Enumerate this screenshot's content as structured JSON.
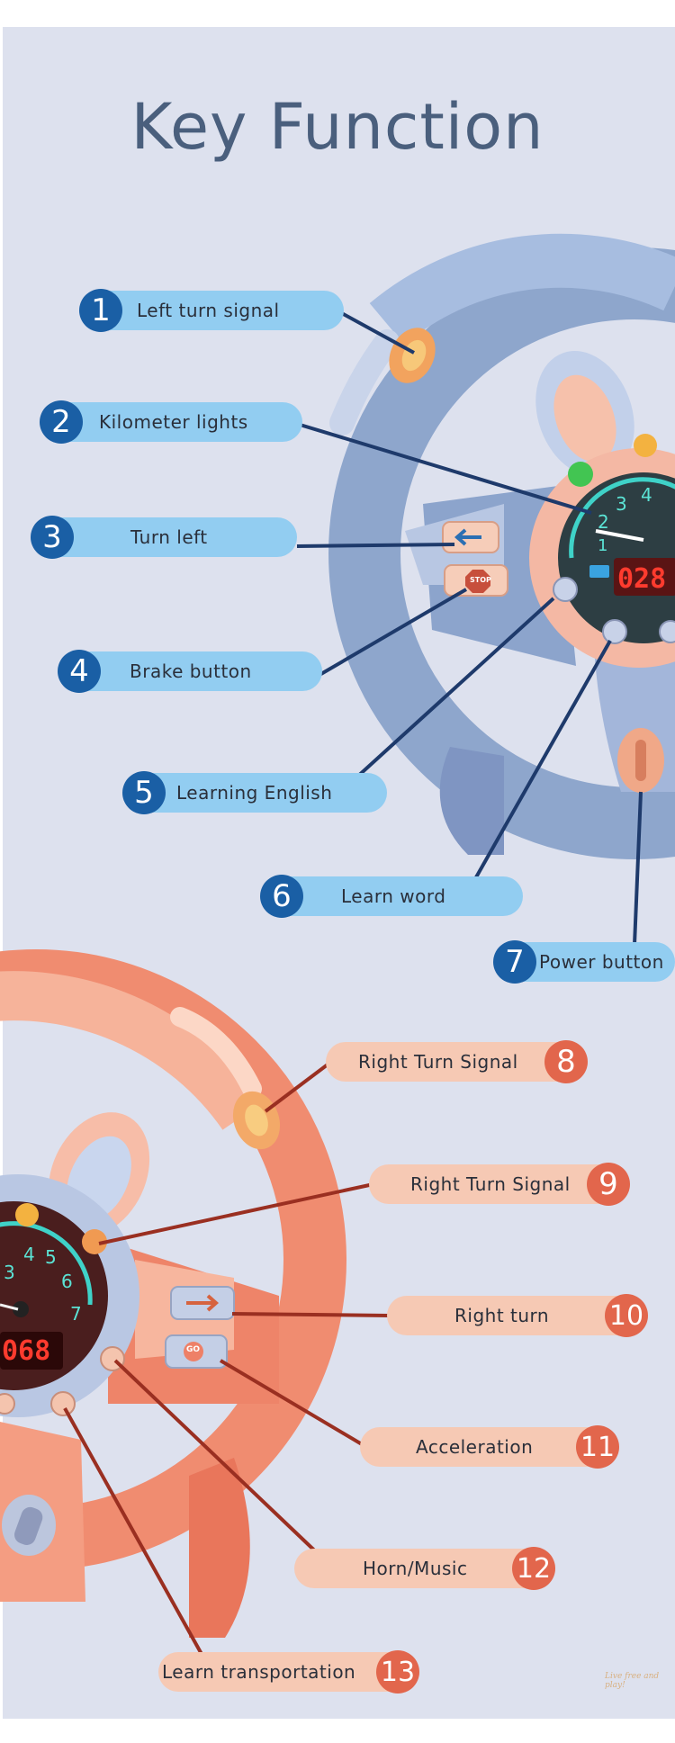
{
  "title": "Key Function",
  "blue_items": [
    {
      "number": "1",
      "label": "Left turn signal"
    },
    {
      "number": "2",
      "label": "Kilometer lights"
    },
    {
      "number": "3",
      "label": "Turn left"
    },
    {
      "number": "4",
      "label": "Brake button"
    },
    {
      "number": "5",
      "label": "Learning English"
    },
    {
      "number": "6",
      "label": "Learn word"
    },
    {
      "number": "7",
      "label": "Power button"
    }
  ],
  "peach_items": [
    {
      "number": "8",
      "label": "Right Turn Signal"
    },
    {
      "number": "9",
      "label": "Right Turn Signal"
    },
    {
      "number": "10",
      "label": "Right turn"
    },
    {
      "number": "11",
      "label": "Acceleration"
    },
    {
      "number": "12",
      "label": "Horn/Music"
    },
    {
      "number": "13",
      "label": "Learn transportation"
    }
  ],
  "blue_wheel": {
    "display": "028",
    "gauge": [
      "1",
      "2",
      "3",
      "4"
    ],
    "stop_label": "STOP"
  },
  "peach_wheel": {
    "display": "068",
    "gauge": [
      "3",
      "4",
      "5",
      "6",
      "7"
    ],
    "go_label": "GO"
  },
  "watermark": "Live free and play!",
  "colors": {
    "blue_pill": "#92cdf1",
    "blue_number": "#1a5fa5",
    "peach_pill": "#f6c9b4",
    "peach_number": "#e2664c",
    "title": "#4a5f7d",
    "background": "#dde1ee"
  }
}
